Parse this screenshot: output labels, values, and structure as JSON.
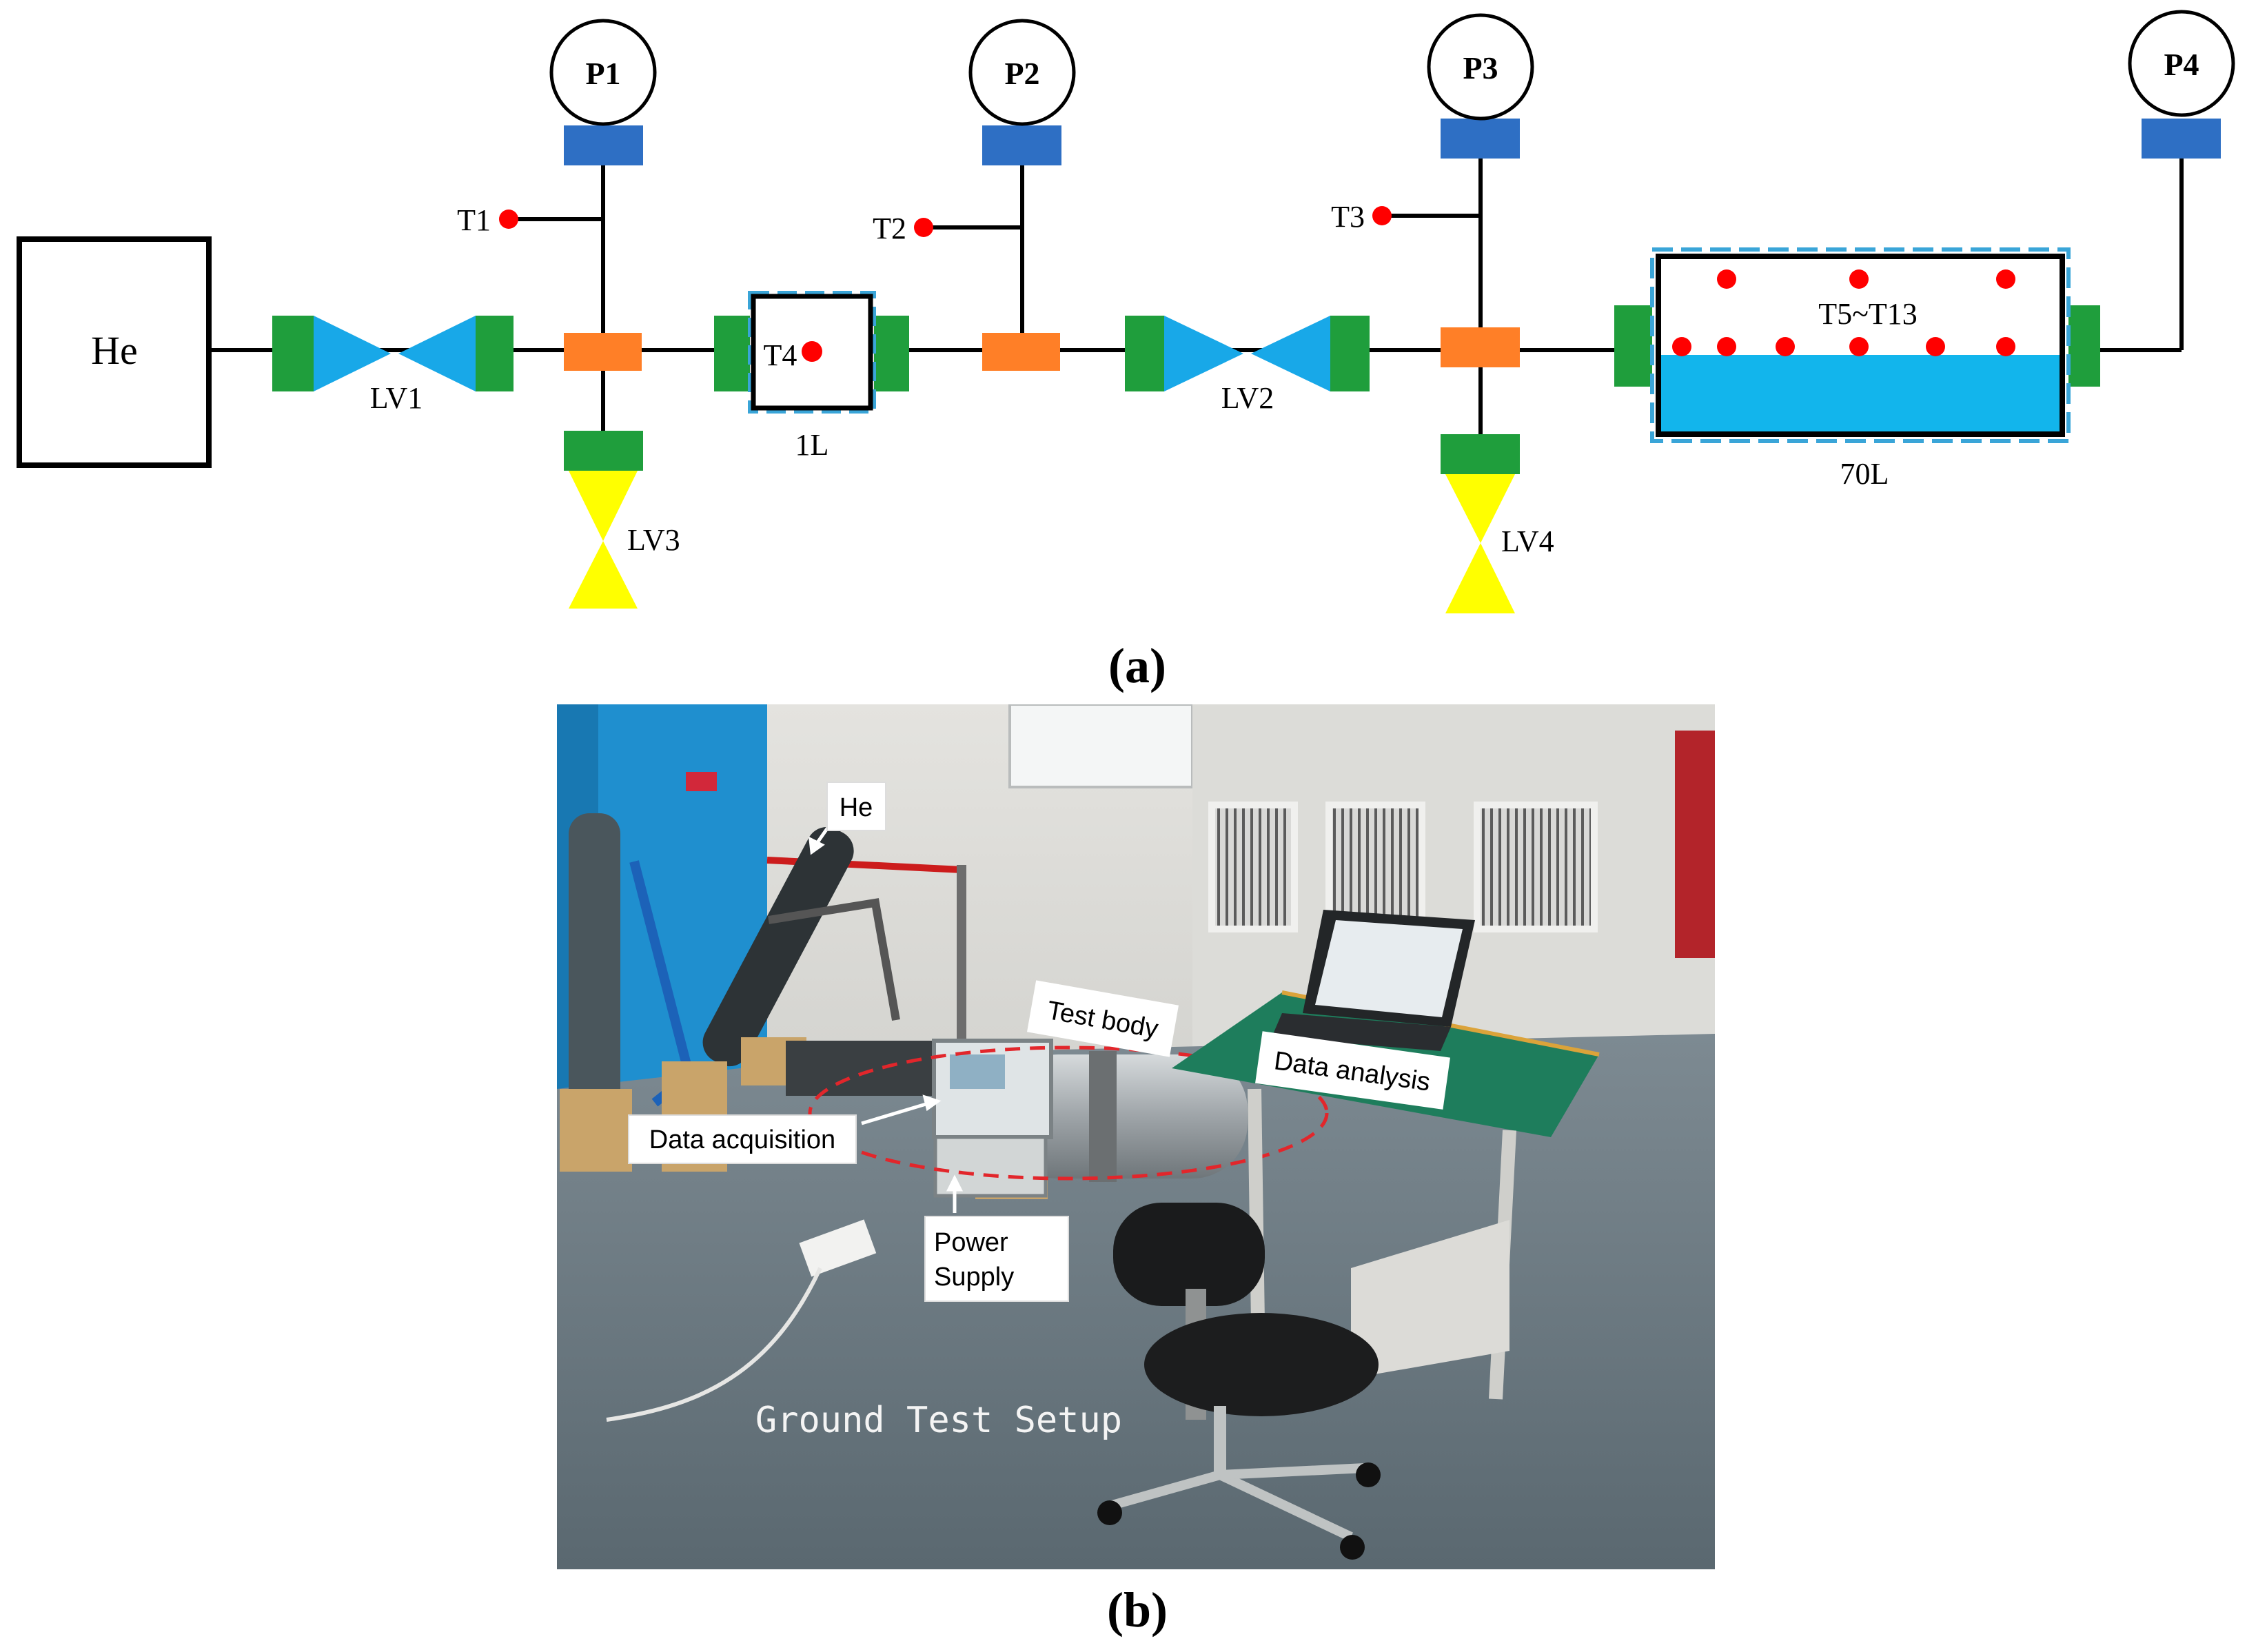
{
  "schematic": {
    "source_label": "He",
    "valves": {
      "lv1": "LV1",
      "lv2": "LV2",
      "lv3": "LV3",
      "lv4": "LV4"
    },
    "pressure_gauges": [
      "P1",
      "P2",
      "P3",
      "P4"
    ],
    "temperature_sensors": {
      "t1": "T1",
      "t2": "T2",
      "t3": "T3",
      "t4": "T4",
      "t5_t13": "T5~T13"
    },
    "vessels": {
      "small": "1L",
      "large": "70L"
    },
    "caption": "(a)"
  },
  "photo": {
    "callouts": {
      "he": "He",
      "test_body": "Test body",
      "data_analysis": "Data analysis",
      "data_acquisition": "Data acquisition",
      "power_supply_line1": "Power",
      "power_supply_line2": "Supply"
    },
    "overlay_text": "Ground Test Setup",
    "caption": "(b)"
  },
  "colors": {
    "pipe": "#000000",
    "connector_green": "#1f9e3c",
    "tee_orange": "#ff7f27",
    "gauge_blue": "#2e6fc4",
    "valve_cyan": "#18a8e8",
    "valve_yellow": "#ffff00",
    "sensor_red": "#ff0000",
    "liquid_cyan": "#12b5ec",
    "dashed_blue": "#3aa5d8"
  }
}
